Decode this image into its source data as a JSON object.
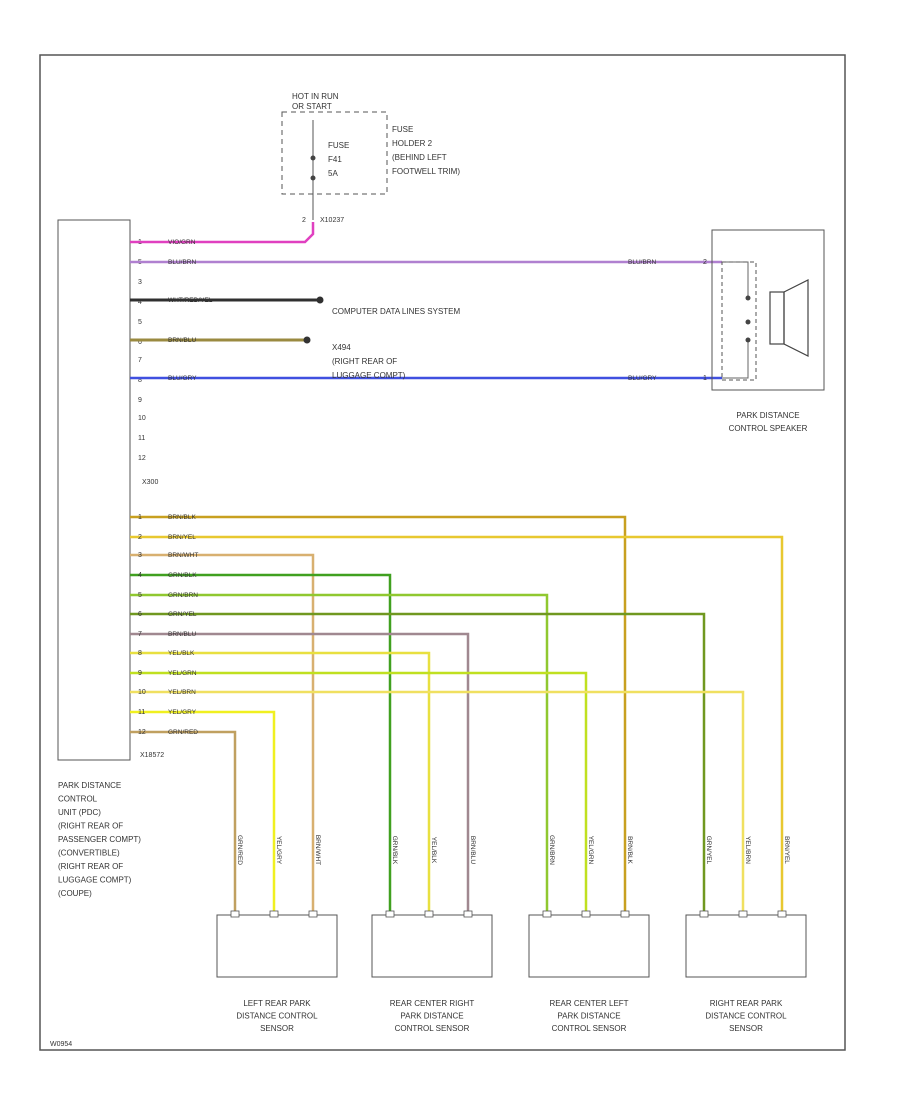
{
  "fuse_block": {
    "header": [
      "HOT IN RUN",
      "OR START"
    ],
    "fuse_label": [
      "FUSE",
      "F41",
      "5A"
    ],
    "holder_label": [
      "FUSE",
      "HOLDER 2",
      "(BEHIND LEFT",
      "FOOTWELL TRIM)"
    ],
    "pin": "2",
    "connector": "X10237"
  },
  "control_unit": {
    "caption": [
      "PARK DISTANCE",
      "CONTROL",
      "UNIT (PDC)",
      "(RIGHT REAR OF",
      "PASSENGER COMPT)",
      "(CONVERTIBLE)",
      "(RIGHT REAR OF",
      "LUGGAGE COMPT)",
      "(COUPE)"
    ],
    "connector_top": "X300",
    "connector_bottom": "X18572",
    "top_pins": [
      "1",
      "5",
      "3",
      "4",
      "5",
      "6",
      "7",
      "8",
      "9",
      "10",
      "11",
      "12"
    ],
    "bottom_pins": [
      "1",
      "2",
      "3",
      "4",
      "5",
      "6",
      "7",
      "8",
      "9",
      "10",
      "11",
      "12"
    ]
  },
  "top_wires": [
    {
      "label": "VIO/GRN",
      "color": "#e040c0"
    },
    {
      "label": "BLU/BRN",
      "color": "#b080d0"
    },
    {
      "label": "WHT/RED/YEL",
      "color": "#303030",
      "dest": "COMPUTER DATA LINES SYSTEM"
    },
    {
      "label": "BRN/BLU",
      "color": "#9a8a40",
      "dest_lines": [
        "X494",
        "(RIGHT REAR OF",
        "LUGGAGE COMPT)"
      ]
    },
    {
      "label": "BLU/GRY",
      "color": "#4050e0"
    }
  ],
  "speaker": {
    "caption": [
      "PARK DISTANCE",
      "CONTROL SPEAKER"
    ],
    "pin_labels": [
      "BLU/BRN",
      "BLU/GRY"
    ],
    "pins": [
      "2",
      "1"
    ]
  },
  "sensor_wires": [
    {
      "label": "BRN/BLK",
      "color": "#c8a020"
    },
    {
      "label": "BRN/YEL",
      "color": "#e8c830"
    },
    {
      "label": "BRN/WHT",
      "color": "#d8b070"
    },
    {
      "label": "GRN/BLK",
      "color": "#40a020"
    },
    {
      "label": "GRN/BRN",
      "color": "#90c830"
    },
    {
      "label": "GRN/YEL",
      "color": "#709820"
    },
    {
      "label": "BRN/BLU",
      "color": "#a08890"
    },
    {
      "label": "YEL/BLK",
      "color": "#e8e040"
    },
    {
      "label": "YEL/GRN",
      "color": "#c0e020"
    },
    {
      "label": "YEL/BRN",
      "color": "#f0e060"
    },
    {
      "label": "YEL/GRY",
      "color": "#f0f020"
    },
    {
      "label": "GRN/RED",
      "color": "#c0a060"
    }
  ],
  "sensors": [
    {
      "caption": [
        "LEFT REAR PARK",
        "DISTANCE CONTROL",
        "SENSOR"
      ],
      "wire_labels": [
        "GRN/RED",
        "YEL/GRY",
        "BRN/WHT"
      ]
    },
    {
      "caption": [
        "REAR CENTER RIGHT",
        "PARK DISTANCE",
        "CONTROL SENSOR"
      ],
      "wire_labels": [
        "GRN/BLK",
        "YEL/BLK",
        "BRN/BLU"
      ]
    },
    {
      "caption": [
        "REAR CENTER LEFT",
        "PARK DISTANCE",
        "CONTROL SENSOR"
      ],
      "wire_labels": [
        "GRN/BRN",
        "YEL/GRN",
        "BRN/BLK"
      ]
    },
    {
      "caption": [
        "RIGHT REAR PARK",
        "DISTANCE CONTROL",
        "SENSOR"
      ],
      "wire_labels": [
        "GRN/YEL",
        "YEL/BRN",
        "BRN/YEL"
      ]
    }
  ],
  "footer_code": "W0954"
}
